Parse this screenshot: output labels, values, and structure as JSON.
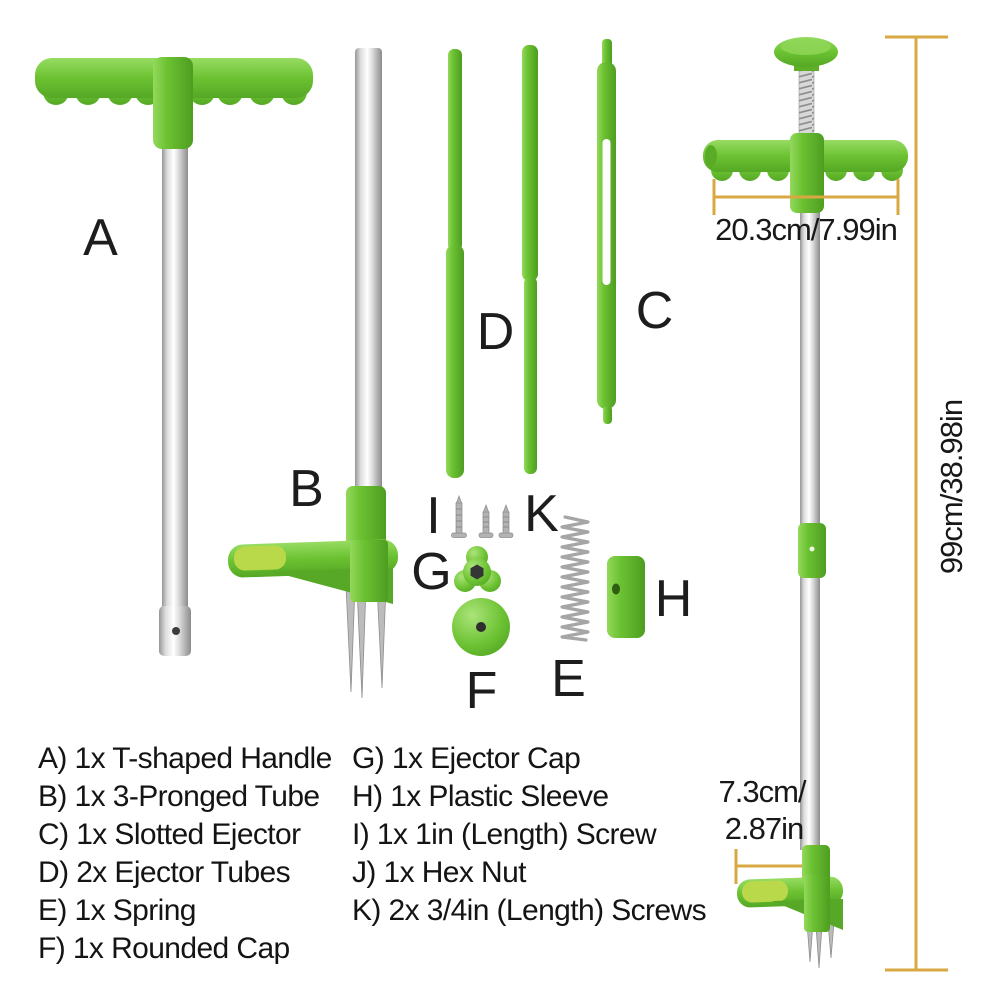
{
  "diagram": {
    "part_labels": {
      "a": "A",
      "b": "B",
      "c": "C",
      "d": "D",
      "e": "E",
      "f": "F",
      "g": "G",
      "h": "H",
      "i": "I",
      "k": "K"
    },
    "dimensions": {
      "handle_width": "20.3cm/7.99in",
      "overall_length": "99cm/38.98in",
      "base_width_line1": "7.3cm/",
      "base_width_line2": "2.87in"
    }
  },
  "parts_list": {
    "column1": [
      "A) 1x T-shaped Handle",
      "B) 1x 3-Pronged Tube",
      "C) 1x Slotted Ejector",
      "D) 2x Ejector Tubes",
      "E) 1x Spring",
      "F) 1x Rounded Cap"
    ],
    "column2": [
      "G) 1x Ejector Cap",
      "H) 1x Plastic Sleeve",
      "I) 1x 1in (Length) Screw",
      "J) 1x Hex Nut",
      "K) 2x 3/4in (Length) Screws"
    ]
  },
  "colors": {
    "green": "#6cc232",
    "green_light": "#97dc62",
    "green_dark": "#4e9d21",
    "pedal_tip": "#b9d94b",
    "dimension_line": "#d9a843",
    "text": "#1b1b1b",
    "metal": "#c9c9c9"
  }
}
